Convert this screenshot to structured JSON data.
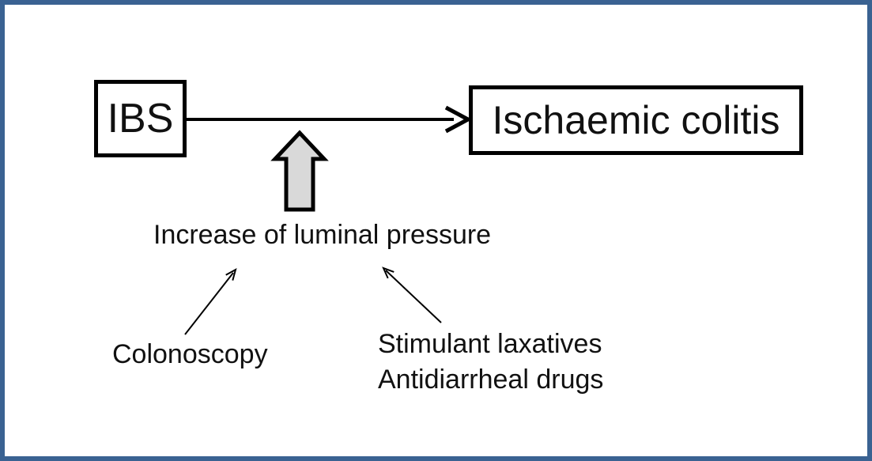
{
  "nodes": {
    "ibs": {
      "label": "IBS"
    },
    "outcome": {
      "label": "Ischaemic colitis"
    }
  },
  "labels": {
    "mechanism": "Increase of luminal pressure",
    "cause_left": "Colonoscopy",
    "cause_right_line1": "Stimulant laxatives",
    "cause_right_line2": "Antidiarrheal drugs"
  },
  "colors": {
    "frame_border": "#3A6292",
    "shape_outline": "#000000",
    "block_arrow_fill": "#D9D9D9",
    "text": "#111111",
    "background": "#FFFFFF"
  }
}
